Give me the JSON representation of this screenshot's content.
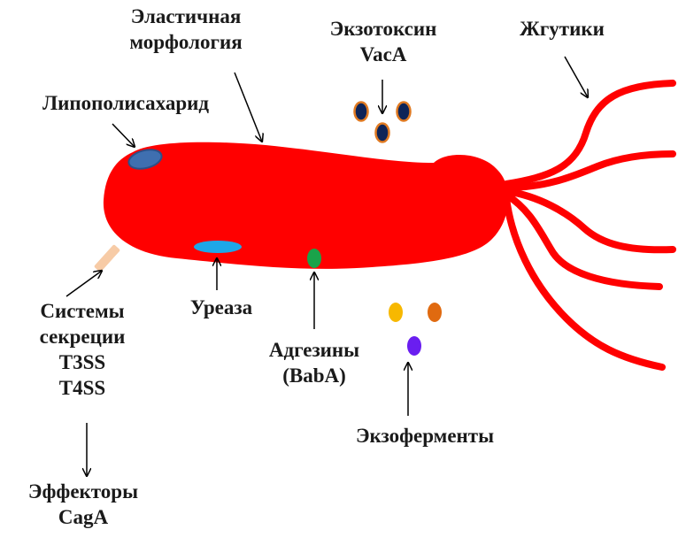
{
  "labels": {
    "elastic_morphology": [
      "Эластичная",
      "морфология"
    ],
    "exotoxin": [
      "Экзотоксин",
      "VacA"
    ],
    "flagella": [
      "Жгутики"
    ],
    "lps": [
      "Липополисахарид"
    ],
    "secretion_systems": [
      "Системы",
      "секреции",
      "T3SS",
      "T4SS"
    ],
    "effectors": [
      "Эффекторы",
      "CagA"
    ],
    "urease": [
      "Уреаза"
    ],
    "adhesins": [
      "Адгезины",
      "(BabA)"
    ],
    "exoenzymes": [
      "Экзоферменты"
    ]
  },
  "colors": {
    "body": "#ff0000",
    "flagella": "#ff0000",
    "lps": "#3f6fb0",
    "lps_stroke": "#2e4f86",
    "urease": "#1ea7e8",
    "adhesin": "#1aa34a",
    "secretion": "#f7cba6",
    "toxin_fill": "#0e2458",
    "toxin_ring": "#e07a22",
    "exoenzyme_yellow": "#f7b800",
    "exoenzyme_orange": "#e06a10",
    "exoenzyme_violet": "#6a1ef0",
    "arrow": "#000000",
    "text": "#1a1a1a"
  }
}
